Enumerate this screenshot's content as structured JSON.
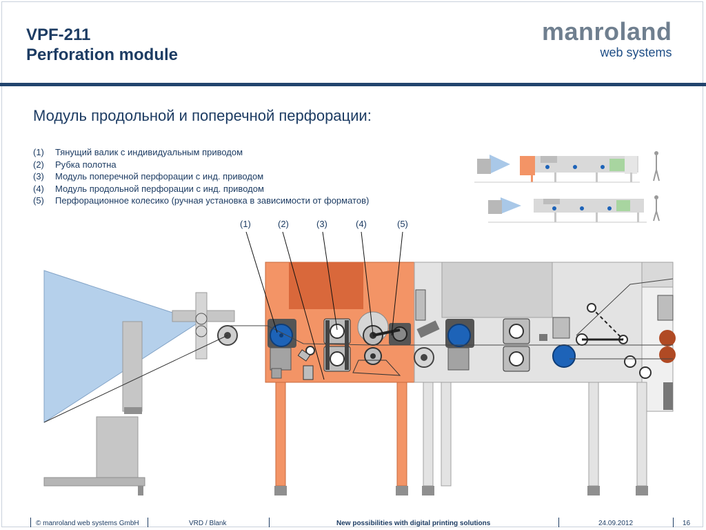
{
  "header": {
    "title_line1": "VPF-211",
    "title_line2": "Perforation module"
  },
  "logo": {
    "main": "manroland",
    "sub": "web systems"
  },
  "subtitle": "Модуль продольной и поперечной перфорации:",
  "legend": [
    {
      "num": "(1)",
      "text": "Тянущий валик с индивидуальным приводом"
    },
    {
      "num": "(2)",
      "text": "Рубка полотна"
    },
    {
      "num": "(3)",
      "text": "Модуль поперечной перфорации с инд. приводом"
    },
    {
      "num": "(4)",
      "text": "Модуль продольной перфорации с инд. приводом"
    },
    {
      "num": "(5)",
      "text": "Перфорационное колесико (ручная  установка в зависимости от форматов)"
    }
  ],
  "callouts": [
    "(1)",
    "(2)",
    "(3)",
    "(4)",
    "(5)"
  ],
  "footer": {
    "copyright": "© manroland web systems GmbH",
    "doc": "VRD / Blank",
    "slogan": "New possibilities with digital printing solutions",
    "date": "24.09.2012",
    "page": "16"
  },
  "colors": {
    "accent_orange": "#f39466",
    "dark_orange": "#d9683b",
    "blue_roller": "#1d63b8",
    "brand_navy": "#21446d",
    "light_blue_web": "#a9c8e8"
  },
  "icons": [
    "manroland-logo",
    "machine-overview-thumbnail",
    "machine-overview-thumbnail",
    "perforation-module-diagram"
  ]
}
